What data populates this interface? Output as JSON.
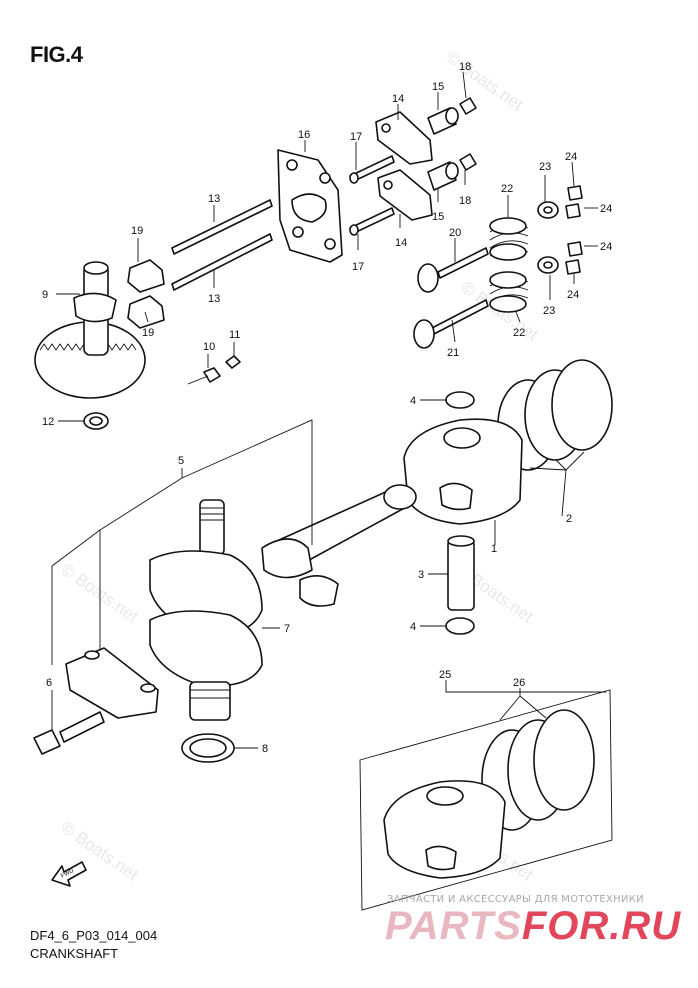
{
  "figure": {
    "title": "FIG.4",
    "code": "DF4_6_P03_014_004",
    "caption": "CRANKSHAFT"
  },
  "watermark": {
    "text": "© Boats.net"
  },
  "direction_marker": {
    "label": "FWD"
  },
  "promo": {
    "tagline": "ЗАПЧАСТИ И АКСЕССУАРЫ ДЛЯ МОТОТЕХНИКИ",
    "site_a": "PARTS",
    "site_b": "FOR.RU"
  },
  "callouts": [
    {
      "id": "c18a",
      "text": "18"
    },
    {
      "id": "c15a",
      "text": "15"
    },
    {
      "id": "c14a",
      "text": "14"
    },
    {
      "id": "c16",
      "text": "16"
    },
    {
      "id": "c17a",
      "text": "17"
    },
    {
      "id": "c18b",
      "text": "18"
    },
    {
      "id": "c15b",
      "text": "15"
    },
    {
      "id": "c14b",
      "text": "14"
    },
    {
      "id": "c17b",
      "text": "17"
    },
    {
      "id": "c23a",
      "text": "23"
    },
    {
      "id": "c24a",
      "text": "24"
    },
    {
      "id": "c22a",
      "text": "22"
    },
    {
      "id": "c24b",
      "text": "24"
    },
    {
      "id": "c20",
      "text": "20"
    },
    {
      "id": "c24c",
      "text": "24"
    },
    {
      "id": "c24d",
      "text": "24"
    },
    {
      "id": "c22b",
      "text": "22"
    },
    {
      "id": "c23b",
      "text": "23"
    },
    {
      "id": "c21",
      "text": "21"
    },
    {
      "id": "c13a",
      "text": "13"
    },
    {
      "id": "c13b",
      "text": "13"
    },
    {
      "id": "c19a",
      "text": "19"
    },
    {
      "id": "c19b",
      "text": "19"
    },
    {
      "id": "c9",
      "text": "9"
    },
    {
      "id": "c11",
      "text": "11"
    },
    {
      "id": "c10",
      "text": "10"
    },
    {
      "id": "c12",
      "text": "12"
    },
    {
      "id": "c4a",
      "text": "4"
    },
    {
      "id": "c5",
      "text": "5"
    },
    {
      "id": "c2",
      "text": "2"
    },
    {
      "id": "c1",
      "text": "1"
    },
    {
      "id": "c3",
      "text": "3"
    },
    {
      "id": "c4b",
      "text": "4"
    },
    {
      "id": "c7",
      "text": "7"
    },
    {
      "id": "c6",
      "text": "6"
    },
    {
      "id": "c8",
      "text": "8"
    },
    {
      "id": "c25",
      "text": "25"
    },
    {
      "id": "c26",
      "text": "26"
    }
  ]
}
